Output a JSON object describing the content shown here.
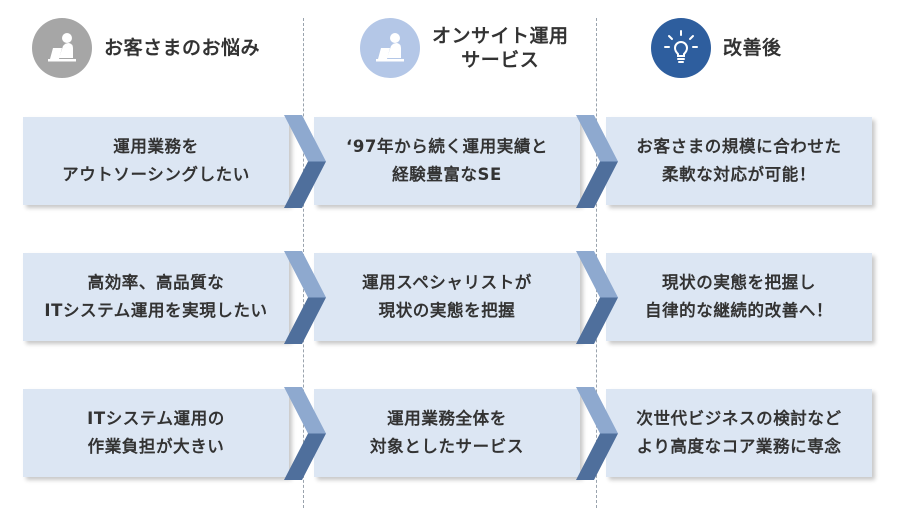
{
  "columns": [
    {
      "title_lines": [
        "お客さまのお悩み"
      ],
      "icon": "person-at-laptop-icon",
      "icon_color": "#a6a6a6",
      "items": [
        [
          "運用業務を",
          "アウトソーシングしたい"
        ],
        [
          "高効率、高品質な",
          "ITシステム運用を実現したい"
        ],
        [
          "ITシステム運用の",
          "作業負担が大きい"
        ]
      ]
    },
    {
      "title_lines": [
        "オンサイト運用",
        "サービス"
      ],
      "icon": "person-at-laptop-icon",
      "icon_color": "#b4c7e7",
      "items": [
        [
          "‘97年から続く運用実績と",
          "経験豊富なSE"
        ],
        [
          "運用スペシャリストが",
          "現状の実態を把握"
        ],
        [
          "運用業務全体を",
          "対象としたサービス"
        ]
      ]
    },
    {
      "title_lines": [
        "改善後"
      ],
      "icon": "lightbulb-icon",
      "icon_color": "#2e5e9e",
      "items": [
        [
          "お客さまの規模に合わせた",
          "柔軟な対応が可能！"
        ],
        [
          "現状の実態を把握し",
          "自律的な継続的改善へ！"
        ],
        [
          "次世代ビジネスの検討など",
          "より高度なコア業務に専念"
        ]
      ]
    }
  ],
  "colors": {
    "box_fill": "#dce6f3",
    "chevron_light": "#8ea9cf",
    "chevron_dark": "#4f6f9c"
  }
}
